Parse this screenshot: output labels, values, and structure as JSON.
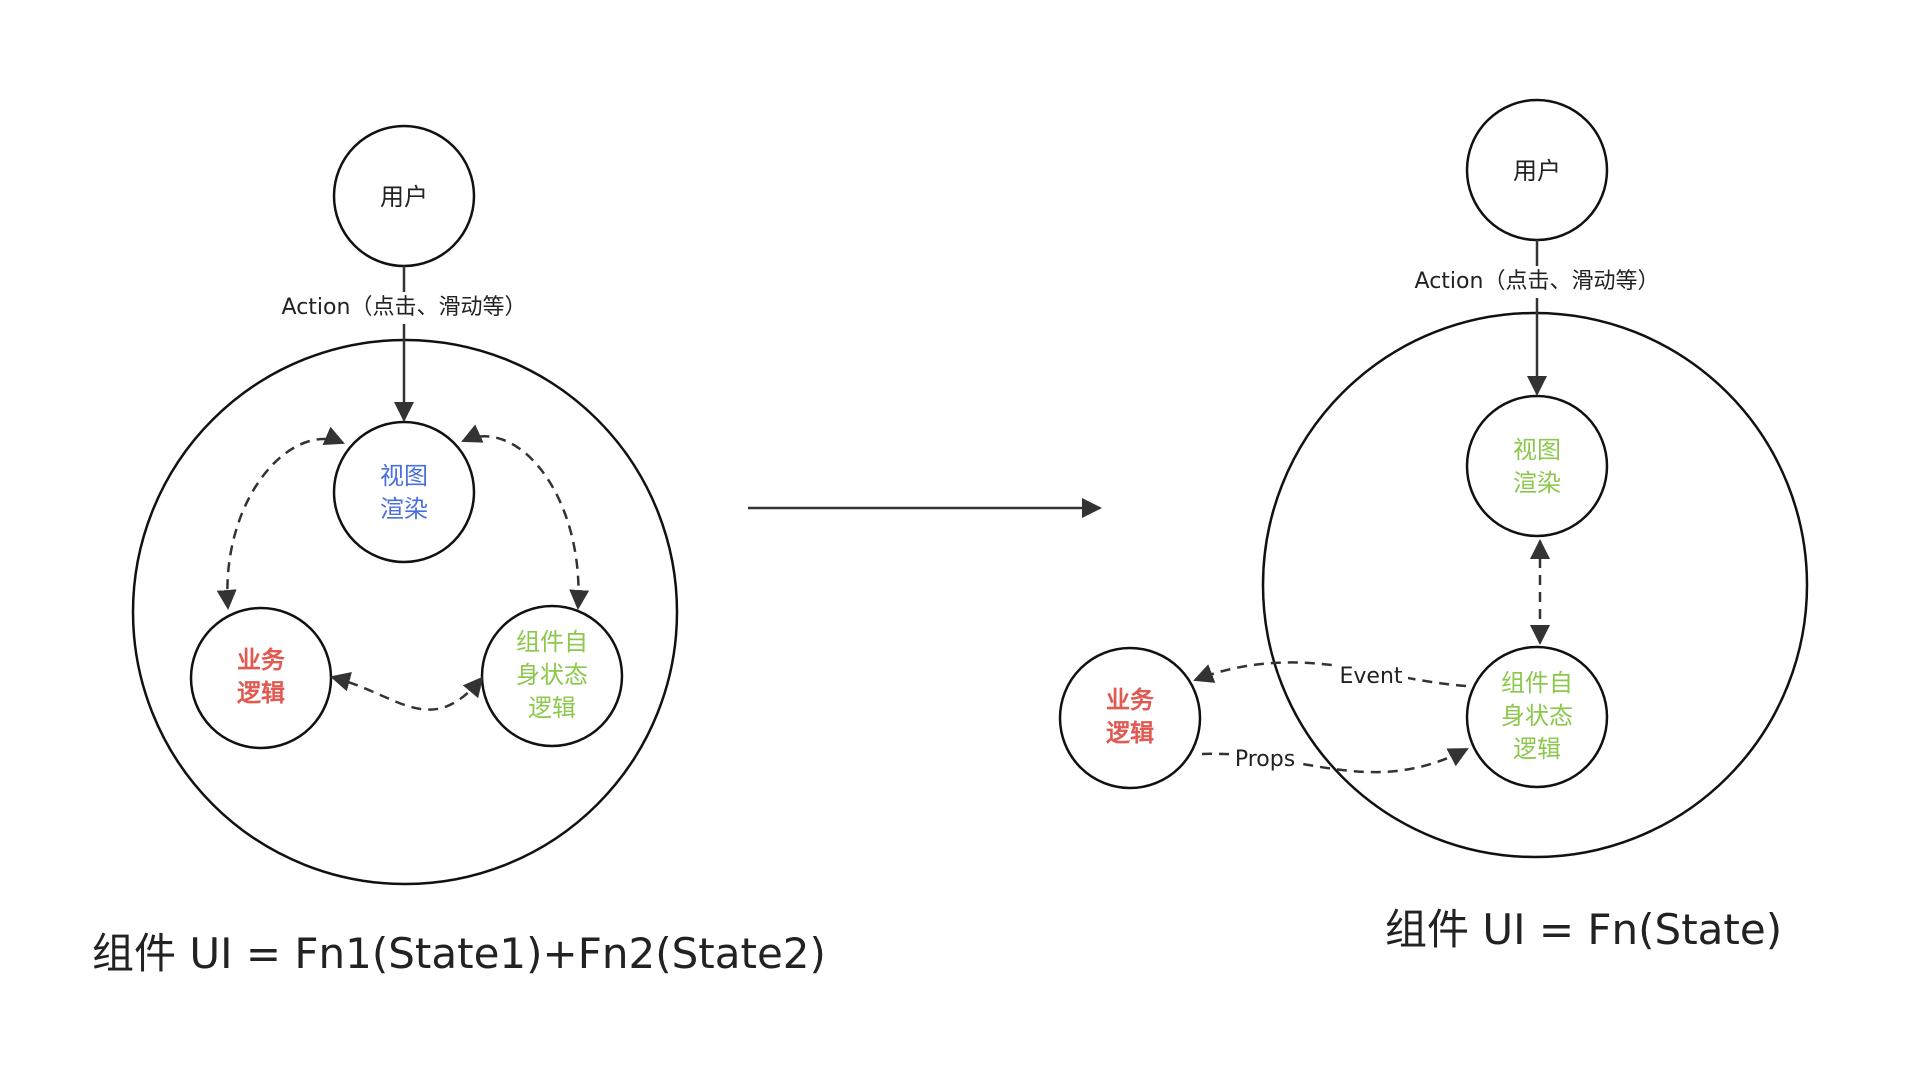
{
  "colors": {
    "stroke": "#111111",
    "view_text": "#4a6fdc",
    "business_text": "#e05a52",
    "state_text": "#8cc84b",
    "plain_text": "#222222"
  },
  "left_diagram": {
    "user_label": "用户",
    "action_label": "Action（点击、滑动等）",
    "view_label": [
      "视图",
      "渲染"
    ],
    "business_label": [
      "业务",
      "逻辑"
    ],
    "state_label": [
      "组件自",
      "身状态",
      "逻辑"
    ],
    "formula": "组件 UI = Fn1(State1)+Fn2(State2)"
  },
  "right_diagram": {
    "user_label": "用户",
    "action_label": "Action（点击、滑动等）",
    "view_label": [
      "视图",
      "渲染"
    ],
    "business_label": [
      "业务",
      "逻辑"
    ],
    "state_label": [
      "组件自",
      "身状态",
      "逻辑"
    ],
    "event_label": "Event",
    "props_label": "Props",
    "formula": "组件 UI = Fn(State)"
  }
}
